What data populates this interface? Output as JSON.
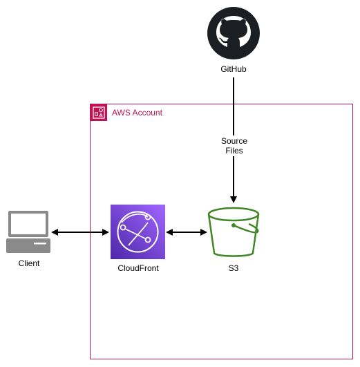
{
  "diagram": {
    "group": {
      "label": "AWS Account",
      "color": "#bc1356"
    },
    "nodes": {
      "github": {
        "label": "GitHub",
        "icon": "github-icon"
      },
      "cloudfront": {
        "label": "CloudFront",
        "icon": "cloudfront-icon",
        "color": "#8c4fff"
      },
      "s3": {
        "label": "S3",
        "icon": "s3-bucket-icon",
        "color": "#3f8624"
      },
      "client": {
        "label": "Client",
        "icon": "laptop-icon",
        "color": "#8a8a8a"
      }
    },
    "edges": {
      "github_to_s3": {
        "label_line1": "Source",
        "label_line2": "Files"
      }
    },
    "colors": {
      "arrow": "#000000",
      "github_circle": "#1b1f23"
    }
  }
}
